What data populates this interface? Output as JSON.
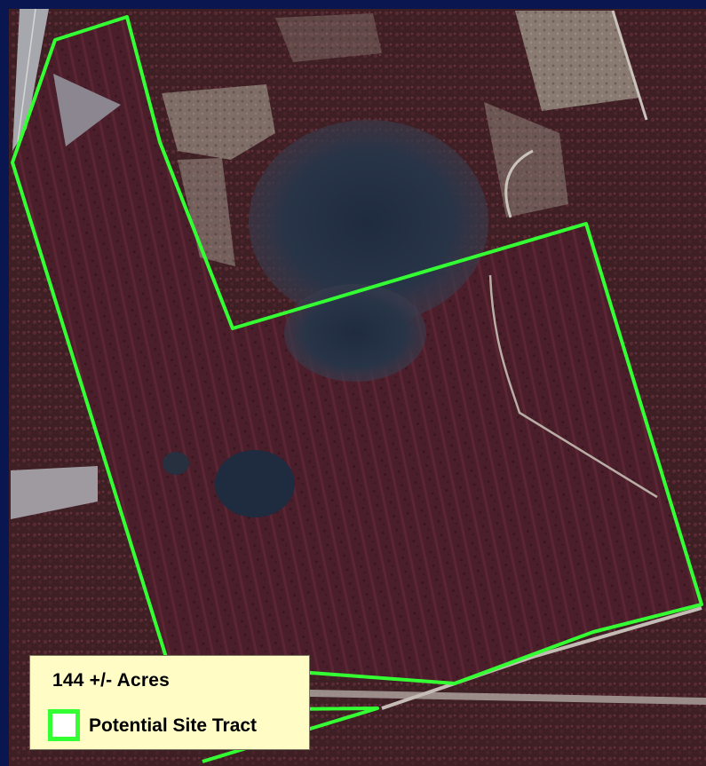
{
  "map": {
    "type": "aerial-photo",
    "boundary_color": "#33ff33",
    "background_frame_color": "#0a1650",
    "legend": {
      "area_label": "144 +/- Acres",
      "swatch_label": "Potential Site Tract"
    }
  }
}
